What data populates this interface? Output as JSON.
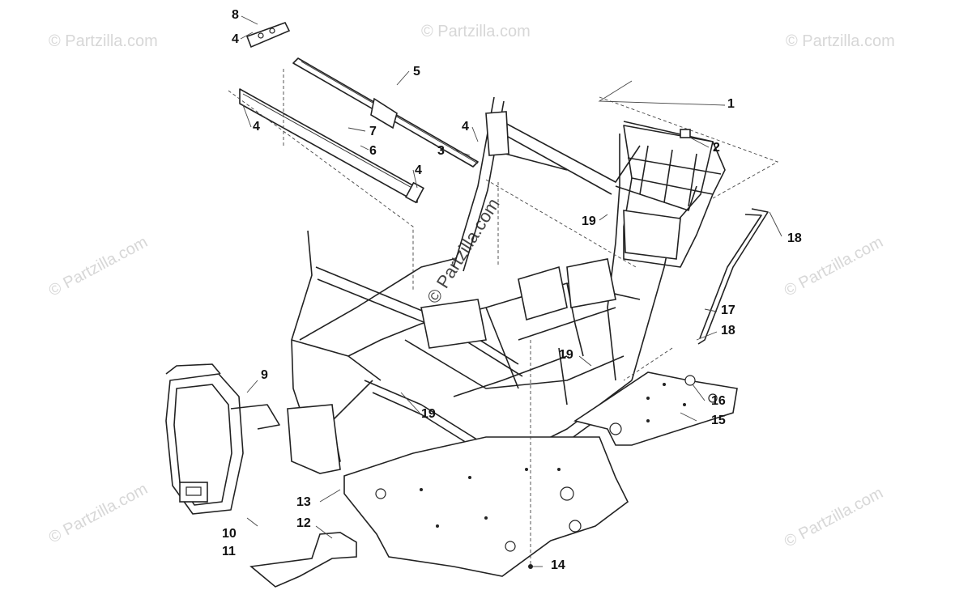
{
  "watermark": {
    "brand": "© Partzilla.com",
    "center": "© Partzilla.com"
  },
  "callouts": [
    "1",
    "2",
    "3",
    "4",
    "4",
    "4",
    "4",
    "5",
    "6",
    "7",
    "8",
    "9",
    "10",
    "11",
    "12",
    "13",
    "14",
    "15",
    "16",
    "17",
    "18",
    "18",
    "19",
    "19",
    "19"
  ]
}
